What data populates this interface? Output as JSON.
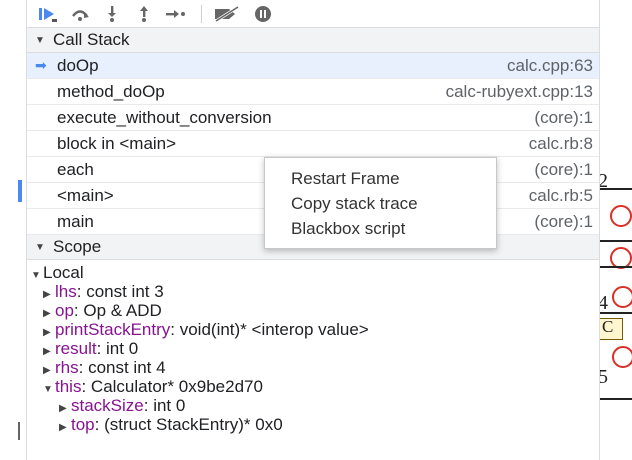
{
  "toolbar": {
    "buttons": [
      {
        "name": "resume-button",
        "icon": "resume-icon"
      },
      {
        "name": "step-over-button",
        "icon": "step-over-icon"
      },
      {
        "name": "step-into-button",
        "icon": "step-into-icon"
      },
      {
        "name": "step-out-button",
        "icon": "step-out-icon"
      },
      {
        "name": "step-button",
        "icon": "step-icon"
      },
      {
        "name": "deactivate-breakpoints-button",
        "icon": "breakpoints-off-icon"
      },
      {
        "name": "pause-on-exceptions-button",
        "icon": "pause-icon"
      }
    ],
    "accent": "#4a89f0"
  },
  "call_stack": {
    "title": "Call Stack",
    "frames": [
      {
        "fn": "doOp",
        "loc": "calc.cpp:63",
        "selected": true
      },
      {
        "fn": "method_doOp",
        "loc": "calc-rubyext.cpp:13"
      },
      {
        "fn": "execute_without_conversion",
        "loc": "(core):1"
      },
      {
        "fn": "block in <main>",
        "loc": "calc.rb:8"
      },
      {
        "fn": "each",
        "loc": "(core):1"
      },
      {
        "fn": "<main>",
        "loc": "calc.rb:5"
      },
      {
        "fn": "main",
        "loc": "(core):1"
      }
    ]
  },
  "context_menu": {
    "items": [
      "Restart Frame",
      "Copy stack trace",
      "Blackbox script"
    ]
  },
  "scope": {
    "title": "Scope",
    "local_label": "Local",
    "vars": [
      {
        "key": "lhs",
        "value": "const int 3",
        "expanded": false
      },
      {
        "key": "op",
        "value": "Op & ADD",
        "expanded": false
      },
      {
        "key": "printStackEntry",
        "value": "void(int)* <interop value>",
        "expanded": false
      },
      {
        "key": "result",
        "value": "int 0",
        "expanded": false
      },
      {
        "key": "rhs",
        "value": "const int 4",
        "expanded": false
      },
      {
        "key": "this",
        "value": "Calculator* 0x9be2d70",
        "expanded": true
      },
      {
        "key": "stackSize",
        "value": "int 0",
        "child": true
      },
      {
        "key": "top",
        "value": "(struct StackEntry)* 0x0",
        "child": true
      }
    ]
  },
  "background_glyphs": [
    "2",
    "4",
    "5",
    "C"
  ]
}
